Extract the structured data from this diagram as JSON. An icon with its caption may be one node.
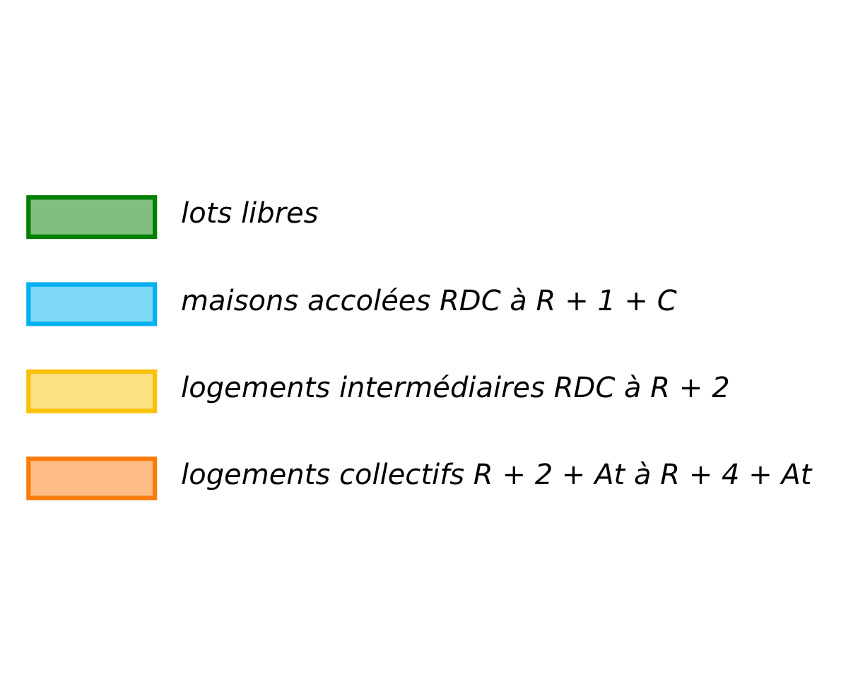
{
  "diagram": {
    "legend": [
      {
        "text": "lots libres",
        "color": "#80bf80"
      },
      {
        "text": "maisons accolées RDC à R + 1 + C",
        "color": "#80d8f8"
      },
      {
        "text": "logements intermédiaires RDC à R + 2",
        "color": "#fde084"
      },
      {
        "text": "logements collectifs R + 2 + At à R + 4 + At",
        "color": "#fdbd85"
      }
    ]
  }
}
